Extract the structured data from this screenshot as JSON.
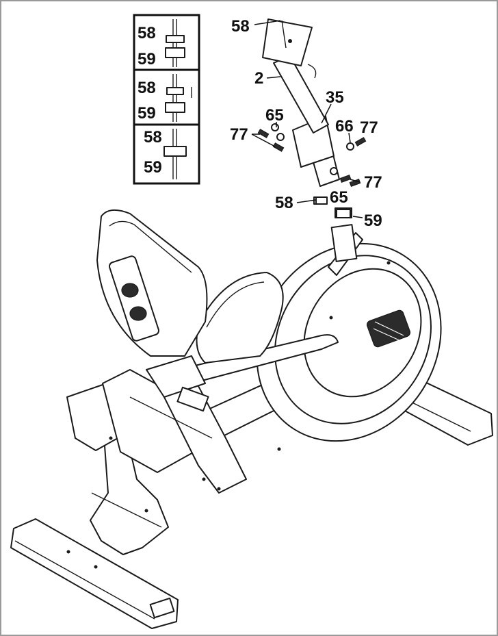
{
  "colors": {
    "line": "#1a1a1a",
    "background": "#ffffff",
    "border": "#9a9a9a"
  },
  "inset": {
    "panel_a": {
      "top": "58",
      "bottom": "59"
    },
    "panel_b": {
      "top": "58",
      "bottom": "59"
    },
    "panel_c": {
      "top": "58",
      "bottom": "59"
    }
  },
  "callouts": {
    "bracket": "58",
    "post": "2",
    "cover": "35",
    "washer_left": "65",
    "bolt_left": "77",
    "washer_right": "66",
    "bolt_right": "77",
    "bolt_lower": "77",
    "spacer": "58",
    "washer_lower": "65",
    "bushing": "59"
  }
}
